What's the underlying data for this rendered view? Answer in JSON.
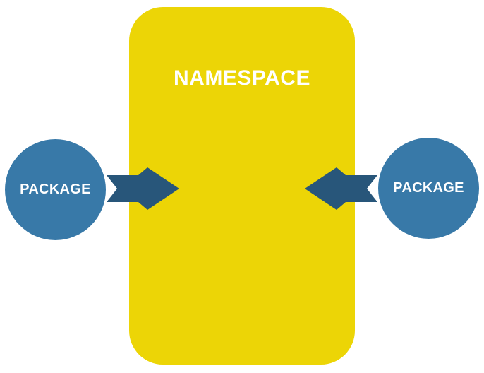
{
  "diagram": {
    "type": "shapes-diagram",
    "colors": {
      "background": "#FFFFFF",
      "namespace_fill": "#ECD506",
      "package_fill": "#3879A8",
      "arrow_fill": "#28567A",
      "label_color": "#FFFFFF"
    },
    "namespace": {
      "label": "NAMESPACE",
      "shape": "rounded-rectangle"
    },
    "packages": [
      {
        "label": "PACKAGE",
        "position": "left",
        "shape": "circle"
      },
      {
        "label": "PACKAGE",
        "position": "right",
        "shape": "circle"
      }
    ],
    "arrows": [
      {
        "direction": "right",
        "from": "left-package",
        "to": "namespace"
      },
      {
        "direction": "left",
        "from": "right-package",
        "to": "namespace"
      }
    ]
  }
}
